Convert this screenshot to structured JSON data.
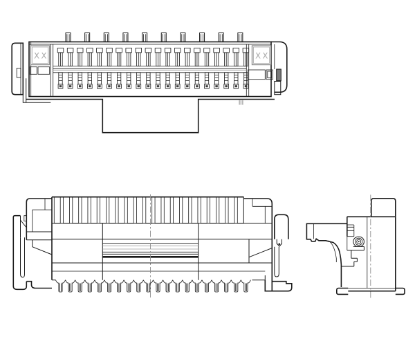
{
  "document": {
    "background": "#ffffff",
    "line_color": "#1a1a1a",
    "marking_color": "#a8a8a8"
  },
  "views": {
    "top_view": {
      "left_marking": "XX",
      "right_marking": "XX",
      "hold_down_count": 10,
      "contact_count": 20
    },
    "front_view": {
      "rib_count": 21,
      "leg_count": 20
    },
    "side_view": {}
  }
}
